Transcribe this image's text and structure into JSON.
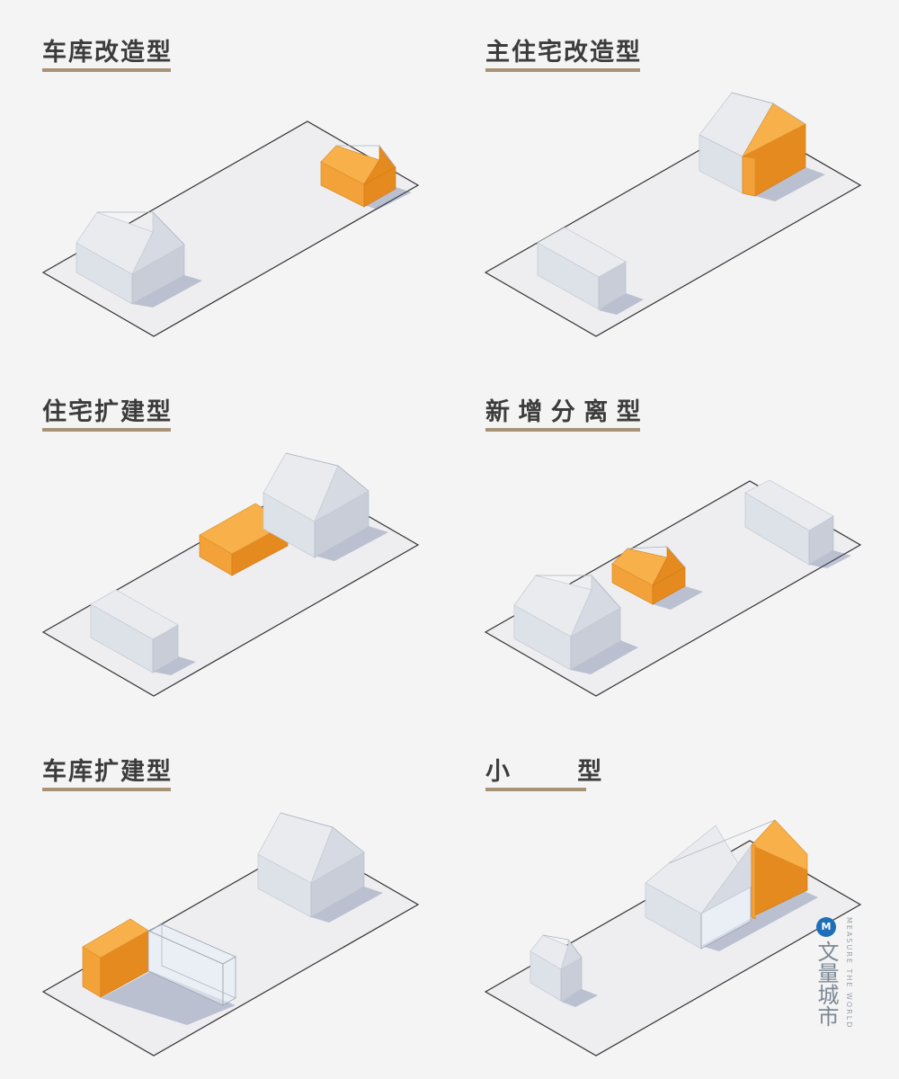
{
  "panels": [
    {
      "id": "garage-conversion",
      "title": "车库改造型"
    },
    {
      "id": "main-house-conversion",
      "title": "主住宅改造型"
    },
    {
      "id": "house-extension",
      "title": "住宅扩建型"
    },
    {
      "id": "new-detached",
      "title": "新 增 分 离 型"
    },
    {
      "id": "garage-extension",
      "title": "车库扩建型"
    },
    {
      "id": "small",
      "title": "小        型"
    }
  ],
  "colors": {
    "background": "#f4f4f4",
    "plot": "#eeeef1",
    "existing_building": "#dde1e8",
    "new_unit": "#f3a23a",
    "title_rule": "#a89378",
    "title_text": "#3c3c3c"
  },
  "watermark": {
    "logo_glyph": "M",
    "name": "文量城市",
    "slogan": "MEASURE THE WORLD"
  }
}
